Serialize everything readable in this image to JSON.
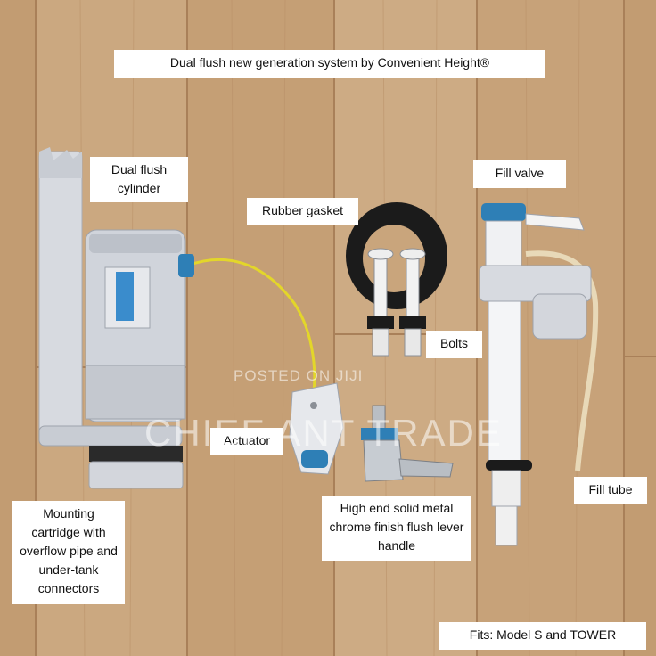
{
  "title": "Dual flush new generation system by Convenient Height®",
  "labels": {
    "dual_flush_cylinder": "Dual flush cylinder",
    "rubber_gasket": "Rubber gasket",
    "fill_valve": "Fill valve",
    "bolts": "Bolts",
    "actuator": "Actuator",
    "lever_handle": "High end solid metal chrome finish flush lever handle",
    "fill_tube": "Fill tube",
    "mounting_cartridge": "Mounting cartridge with overflow pipe and under-tank connectors",
    "fits": "Fits: Model S and TOWER"
  },
  "watermarks": {
    "posted": "POSTED ON JIJI",
    "brand": "CHIEF ANT TRADE"
  },
  "colors": {
    "wood": "#c9a57c",
    "label_bg": "#ffffff",
    "plastic_grey": "#d7dae0",
    "accent_blue": "#2e7fb6",
    "yellow_wire": "#e3d62a",
    "rubber_black": "#1b1b1b",
    "chrome": "#b9bec4",
    "fill_tube": "#e8d9b8"
  }
}
